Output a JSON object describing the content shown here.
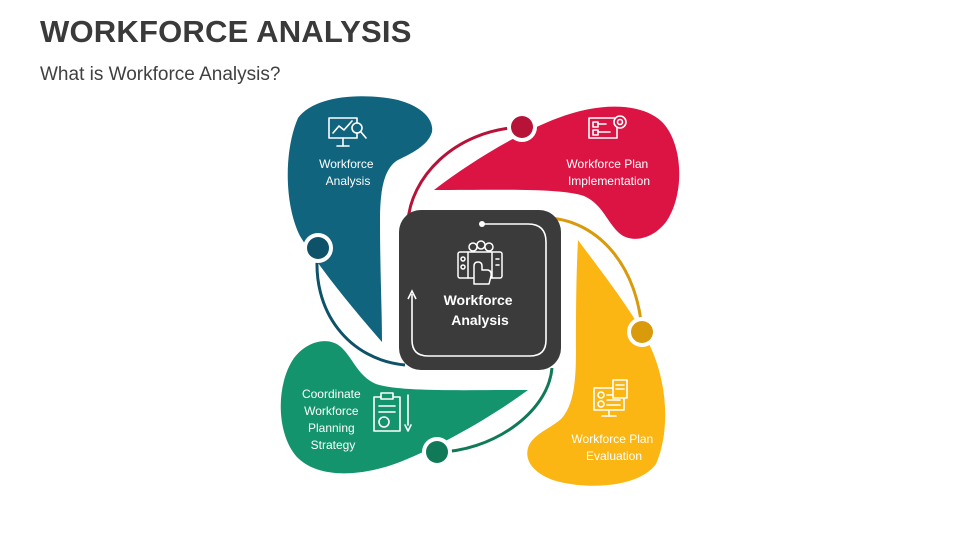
{
  "header": {
    "title": "WORKFORCE ANALYSIS",
    "subtitle": "What is Workforce Analysis?"
  },
  "center": {
    "line1": "Workforce",
    "line2": "Analysis",
    "icon": "workforce-people-icon",
    "color": "#3b3b3b"
  },
  "petals": [
    {
      "id": "workforce-analysis",
      "lines": [
        "Workforce",
        "Analysis"
      ],
      "color": "#11647e",
      "icon": "chart-magnifier-icon"
    },
    {
      "id": "plan-implementation",
      "lines": [
        "Workforce Plan",
        "Implementation"
      ],
      "color": "#dc1443",
      "icon": "flowchart-gear-icon"
    },
    {
      "id": "plan-evaluation",
      "lines": [
        "Workforce Plan",
        "Evaluation"
      ],
      "color": "#fbb613",
      "icon": "monitor-report-icon"
    },
    {
      "id": "coordinate-strategy",
      "lines": [
        "Coordinate",
        "Workforce",
        "Planning",
        "Strategy"
      ],
      "color": "#13946c",
      "icon": "clipboard-pencil-icon"
    }
  ]
}
